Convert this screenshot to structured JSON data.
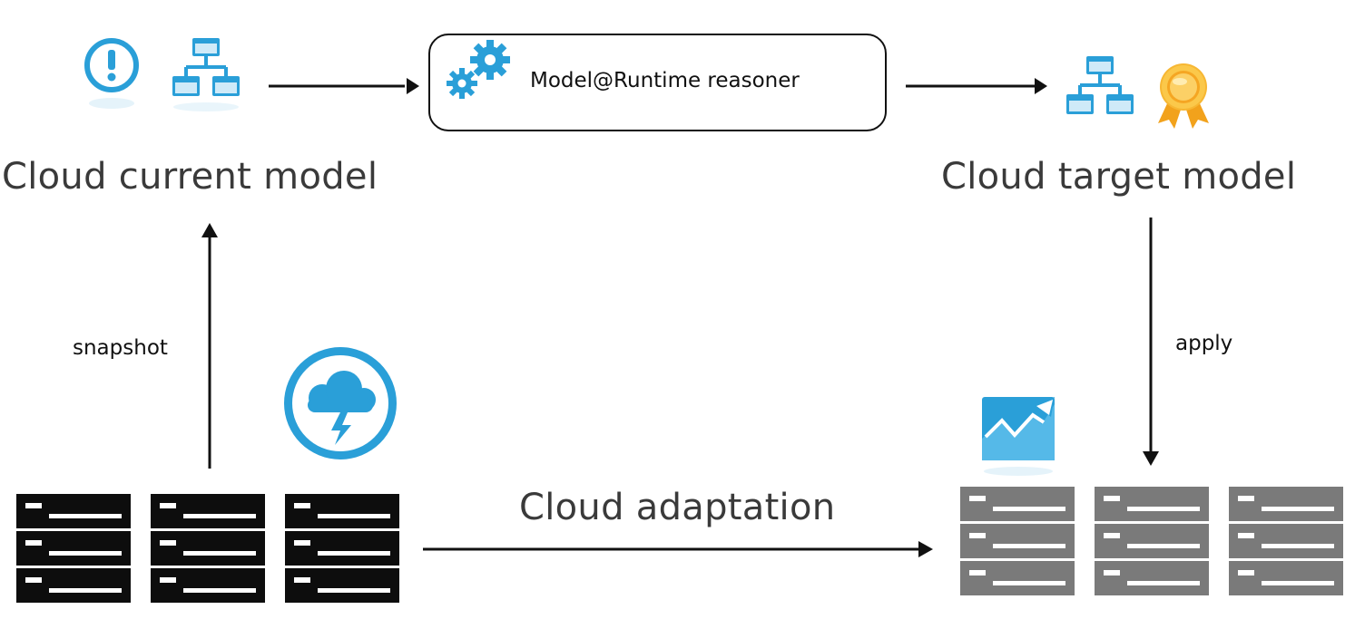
{
  "diagram": {
    "nodes": {
      "current_model": {
        "label": "Cloud current model"
      },
      "reasoner": {
        "label": "Model@Runtime reasoner"
      },
      "target_model": {
        "label": "Cloud target model"
      },
      "adaptation": {
        "label": "Cloud adaptation"
      }
    },
    "edges": {
      "snapshot": {
        "label": "snapshot"
      },
      "apply": {
        "label": "apply"
      }
    }
  },
  "colors": {
    "icon_blue": "#2a9fd8",
    "icon_blue_light": "#55b9e8",
    "server_dark": "#0d0d0d",
    "server_gray": "#7a7a7a",
    "arrow": "#111111",
    "text_dark": "#3a3a3a",
    "ribbon_orange": "#f2a21c"
  },
  "icons": [
    "alert-icon",
    "network-icon",
    "gears-icon",
    "award-icon",
    "storm-cloud-icon",
    "trend-chart-icon",
    "server-icon"
  ]
}
